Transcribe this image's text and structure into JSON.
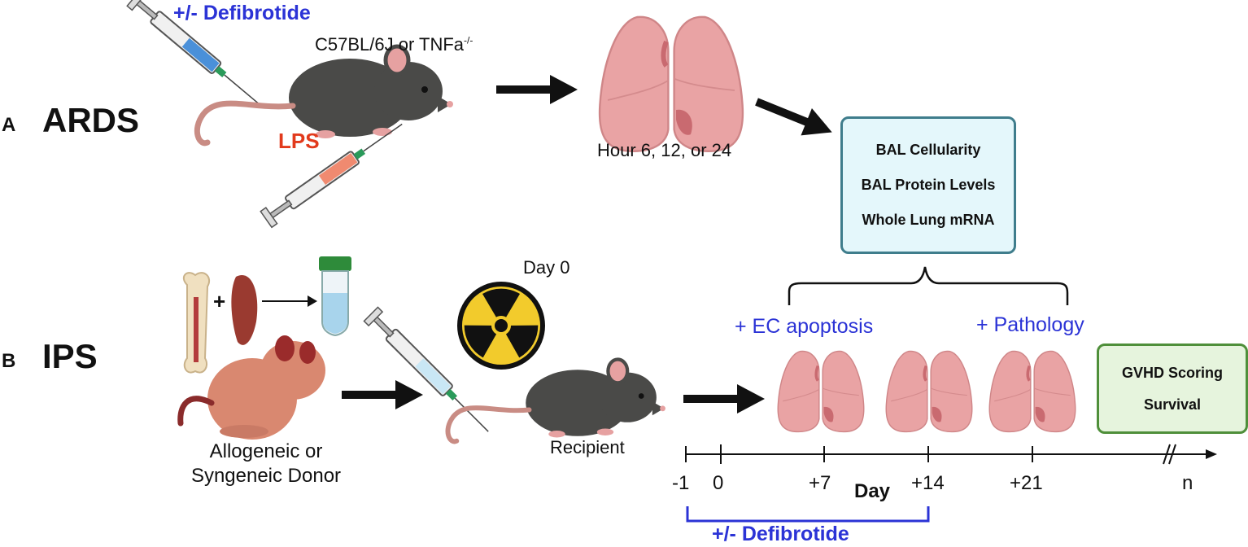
{
  "panel_a": {
    "letter": "A",
    "title": "ARDS",
    "defibrotide_label": "+/- Defibrotide",
    "mouse_strain": "C57BL/6J or TNFa",
    "mouse_strain_sup": "-/-",
    "lps_label": "LPS",
    "timepoints": "Hour 6, 12, or 24"
  },
  "readouts_box": {
    "items": [
      "BAL Cellularity",
      "BAL Protein Levels",
      "Whole Lung mRNA"
    ],
    "fill": "#e4f7fb",
    "border": "#3f7d8c"
  },
  "panel_b": {
    "letter": "B",
    "title": "IPS",
    "day0_label": "Day 0",
    "donor_label_line1": "Allogeneic or",
    "donor_label_line2": "Syngeneic Donor",
    "recipient_label": "Recipient",
    "ec_apoptosis_label": "+ EC apoptosis",
    "pathology_label": "+ Pathology",
    "plus_sign": "+"
  },
  "gvhd_box": {
    "items": [
      "GVHD Scoring",
      "Survival"
    ],
    "fill": "#e6f4dd",
    "border": "#4f8f3a"
  },
  "timeline": {
    "ticks": [
      "-1",
      "0",
      "+7",
      "+14",
      "+21",
      "n"
    ],
    "axis_label": "Day",
    "defibrotide_label": "+/- Defibrotide"
  },
  "icons": [
    "syringe-icon",
    "mouse-icon",
    "lung-icon",
    "arrow-icon",
    "bone-icon",
    "spleen-icon",
    "tube-icon",
    "radiation-icon"
  ],
  "colors": {
    "accent_blue": "#2b33d6",
    "lps_red": "#e23a1c",
    "lung_pink": "#e9a3a4",
    "mouse_dark": "#4a4a48",
    "donor_mouse": "#d98870"
  }
}
